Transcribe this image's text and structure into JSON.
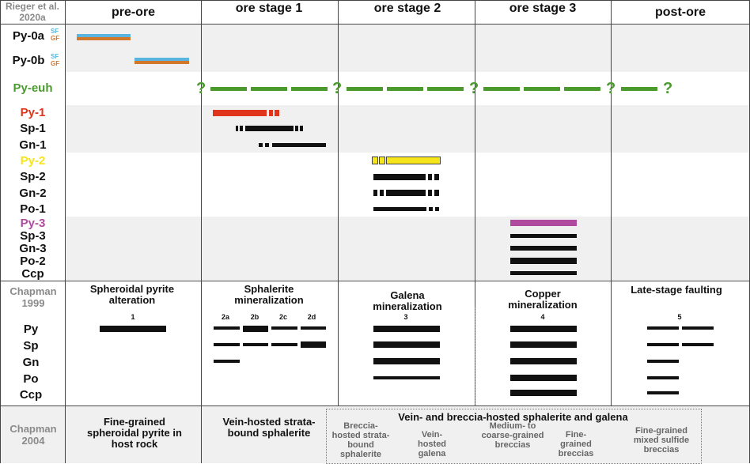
{
  "source_header": "Rieger et al. 2020a",
  "stages": [
    "pre-ore",
    "ore stage 1",
    "ore stage 2",
    "ore stage 3",
    "post-ore"
  ],
  "rieger_rows": {
    "py0a": "Py-0a",
    "py0b": "Py-0b",
    "sf": "SF",
    "gf": "GF",
    "pyeuh": "Py-euh",
    "q": "?",
    "py1": "Py-1",
    "sp1": "Sp-1",
    "gn1": "Gn-1",
    "py2": "Py-2",
    "sp2": "Sp-2",
    "gn2": "Gn-2",
    "po1": "Po-1",
    "py3": "Py-3",
    "sp3": "Sp-3",
    "gn3": "Gn-3",
    "po2": "Po-2",
    "ccp": "Ccp"
  },
  "chapman1999": {
    "source": "Chapman 1999",
    "titles": [
      "Spheroidal pyrite alteration",
      "Sphalerite mineralization",
      "Galena mineralization",
      "Copper mineralization",
      "Late-stage faulting"
    ],
    "numbers": [
      "1",
      "2a",
      "2b",
      "2c",
      "2d",
      "3",
      "4",
      "5"
    ],
    "minerals": [
      "Py",
      "Sp",
      "Gn",
      "Po",
      "Ccp"
    ]
  },
  "chapman2004": {
    "source": "Chapman 2004",
    "pre": "Fine-grained spheroidal pyrite in host rock",
    "vein": "Vein-hosted strata-bound sphalerite",
    "group": "Vein- and breccia-hosted sphalerite and galena",
    "sub": [
      "Breccia-hosted strata-bound sphalerite",
      "Vein-hosted galena",
      "Medium- to coarse-grained breccias",
      "Fine-grained breccias",
      "Fine-grained mixed sulfide breccias"
    ]
  },
  "colors": {
    "euh": "#4a9a2e",
    "py1": "#e0341c",
    "py2": "#f6e51b",
    "py3": "#b04a9f",
    "sf": "#5ab4e0",
    "gf": "#d2782c"
  }
}
